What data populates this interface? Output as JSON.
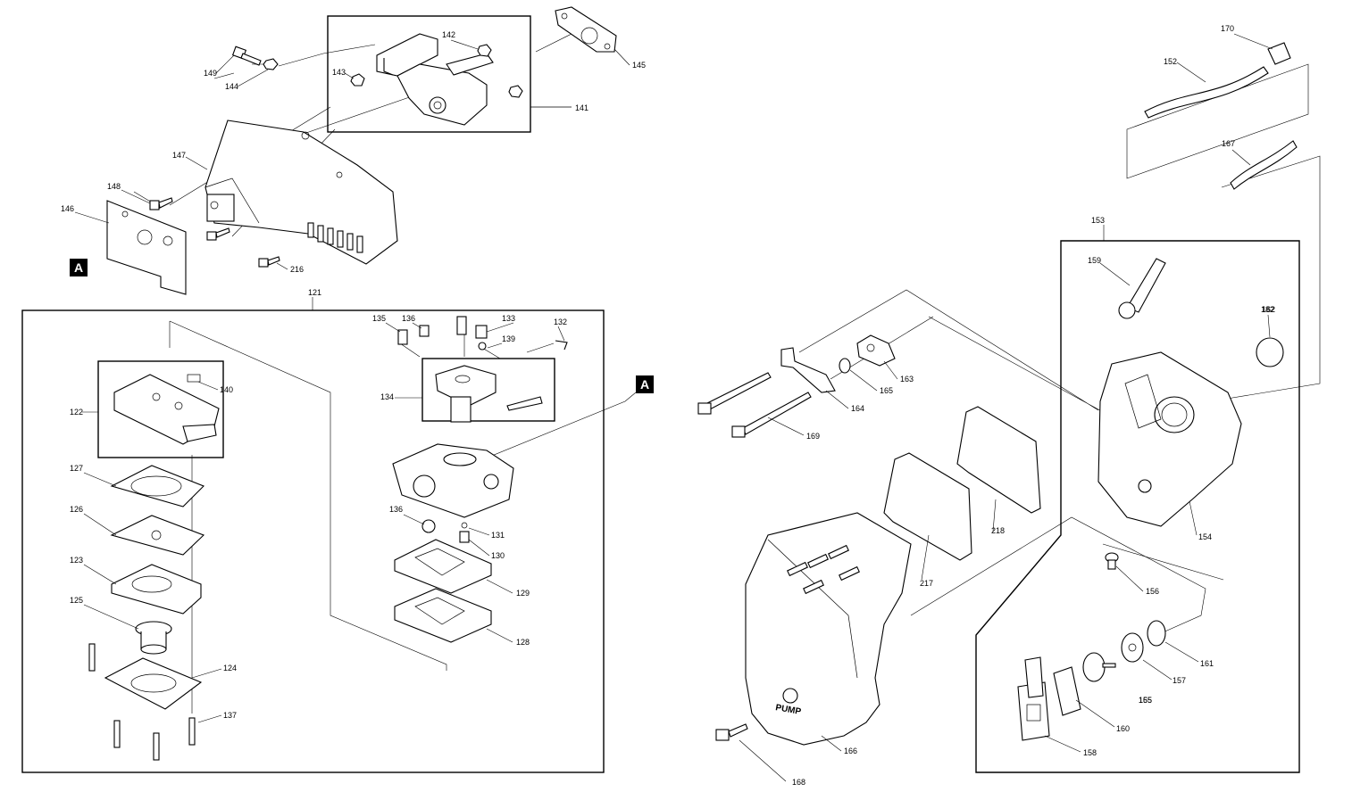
{
  "markers": {
    "a_left": "A",
    "a_right": "A",
    "pump_text": "PUMP"
  },
  "labels": {
    "l121": "121",
    "l122": "122",
    "l123": "123",
    "l124": "124",
    "l125": "125",
    "l126": "126",
    "l127": "127",
    "l128": "128",
    "l129": "129",
    "l130": "130",
    "l131": "131",
    "l132": "132",
    "l133": "133",
    "l134": "134",
    "l135": "135",
    "l136a": "136",
    "l136b": "136",
    "l137": "137",
    "l139": "139",
    "l140": "140",
    "l141": "141",
    "l142": "142",
    "l143": "143",
    "l144": "144",
    "l145": "145",
    "l146": "146",
    "l147": "147",
    "l148": "148",
    "l149": "149",
    "l152": "152",
    "l153": "153",
    "l154": "154",
    "l155": "155",
    "l156": "156",
    "l157": "157",
    "l158": "158",
    "l159": "159",
    "l160": "160",
    "l161": "161",
    "l162": "162",
    "l163": "163",
    "l164": "164",
    "l165a": "165",
    "l165b": "165",
    "l166": "166",
    "l167": "167",
    "l168": "168",
    "l169": "169",
    "l170": "170",
    "l182": "182",
    "l216": "216",
    "l217": "217",
    "l218": "218"
  }
}
